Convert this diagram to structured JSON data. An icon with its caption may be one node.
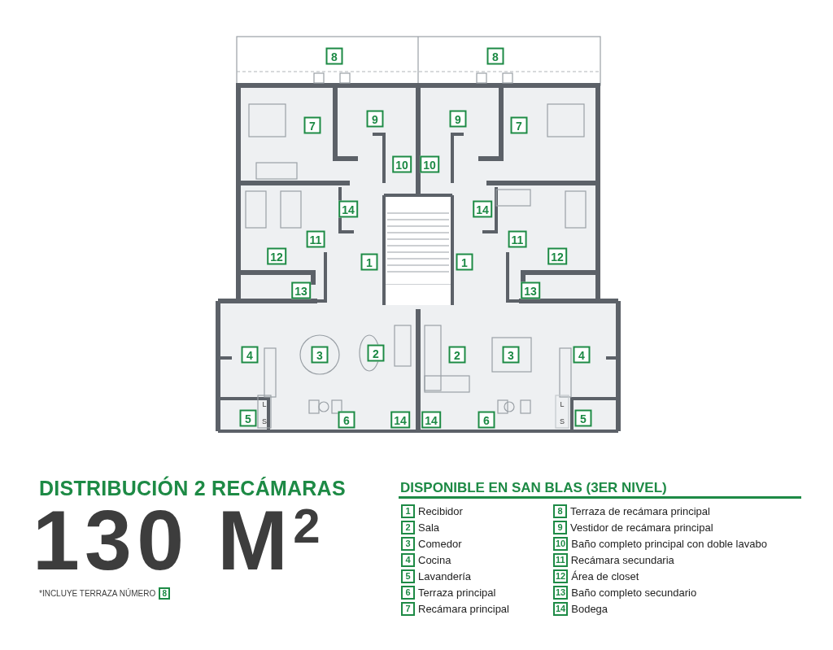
{
  "diagram": {
    "title": "DISTRIBUCIÓN 2 RECÁMARAS",
    "labels": [
      "8",
      "8",
      "7",
      "9",
      "9",
      "7",
      "10",
      "10",
      "14",
      "14",
      "11",
      "11",
      "12",
      "1",
      "1",
      "12",
      "13",
      "13",
      "4",
      "3",
      "2",
      "2",
      "3",
      "4",
      "L",
      "L",
      "S",
      "S",
      "5",
      "6",
      "14",
      "14",
      "6",
      "5",
      "130 M$^{2}$",
      "*INCLUYE TERRAZA NÚMERO",
      "8",
      "DISPONIBLE EN SAN BLAS (3ER NIVEL)",
      "1",
      "Recibidor",
      "2",
      "Sala",
      "3",
      "Comedor",
      "4",
      "Cocina",
      "5",
      "Lavandería",
      "6",
      "Terraza principal",
      "7",
      "Recámara principal",
      "8",
      "Terraza de recámara principal",
      "9",
      "Vestidor de recámara principal",
      "10",
      "Baño completo principal con doble lavabo",
      "11",
      "Recámara secundaria",
      "12",
      "Área de closet",
      "13",
      "Baño completo secundario",
      "14",
      "Bodega"
    ]
  }
}
